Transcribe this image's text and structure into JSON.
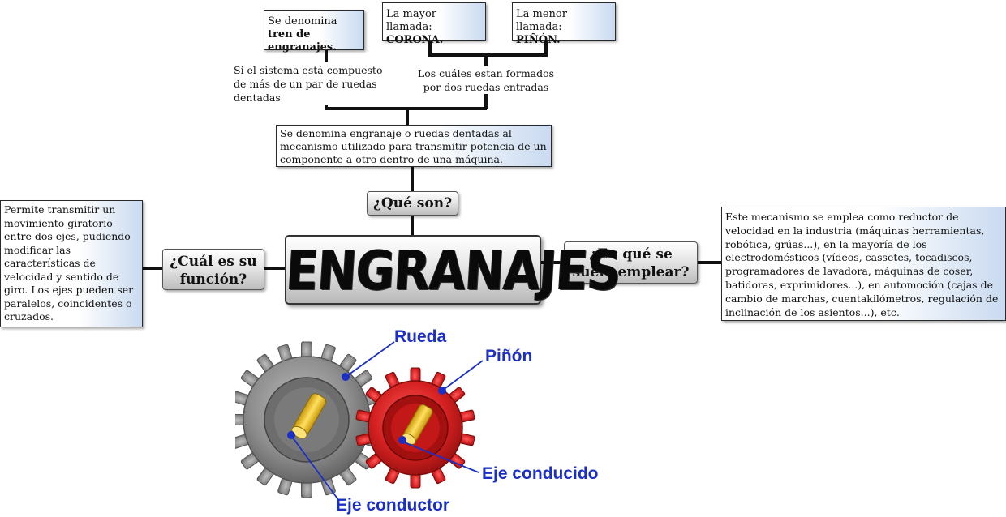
{
  "title": "ENGRANAJES",
  "nodes": {
    "que_son": "¿Qué son?",
    "cual_funcion": "¿Cuál es su función?",
    "en_que": "¿En qué se suele emplear?"
  },
  "definition": "Se denomina engranaje o ruedas dentadas al mecanismo utilizado para transmitir potencia de un componente a otro dentro de una máquina.",
  "tren": {
    "condition": "Si el sistema está compuesto de más de un par de ruedas dentadas",
    "name_prefix": "Se denomina ",
    "name_bold": "tren de engranajes."
  },
  "ruedas": {
    "condition": "Los cuáles estan formados por dos ruedas entradas",
    "mayor_prefix": "La mayor llamada:",
    "mayor_name": "CORONA.",
    "menor_prefix": "La menor llamada:",
    "menor_name": "PIÑÓN."
  },
  "funcion_text": "Permite transmitir un movimiento giratorio entre dos ejes, pudiendo modificar las características de velocidad y sentido de giro. Los ejes pueden ser paralelos, coincidentes o cruzados.",
  "empleo_text": "Este mecanismo se emplea como reductor de velocidad en la industria (máquinas herramientas, robótica, grúas...), en la mayoría de los electrodomésticos (vídeos, cassetes, tocadiscos, programadores de lavadora, máquinas de coser, batidoras, exprimidores...), en automoción (cajas de cambio de marchas, cuentakilómetros, regulación de inclinación de los asientos...), etc.",
  "gear_image": {
    "labels": {
      "rueda": "Rueda",
      "pinon": "Piñón",
      "eje_conducido": "Eje conducido",
      "eje_conductor": "Eje conductor"
    },
    "colors": {
      "big_gear": "#8a8a8a",
      "small_gear": "#d42020",
      "shaft": "#f0c020",
      "label": "#1c2fc4"
    }
  }
}
